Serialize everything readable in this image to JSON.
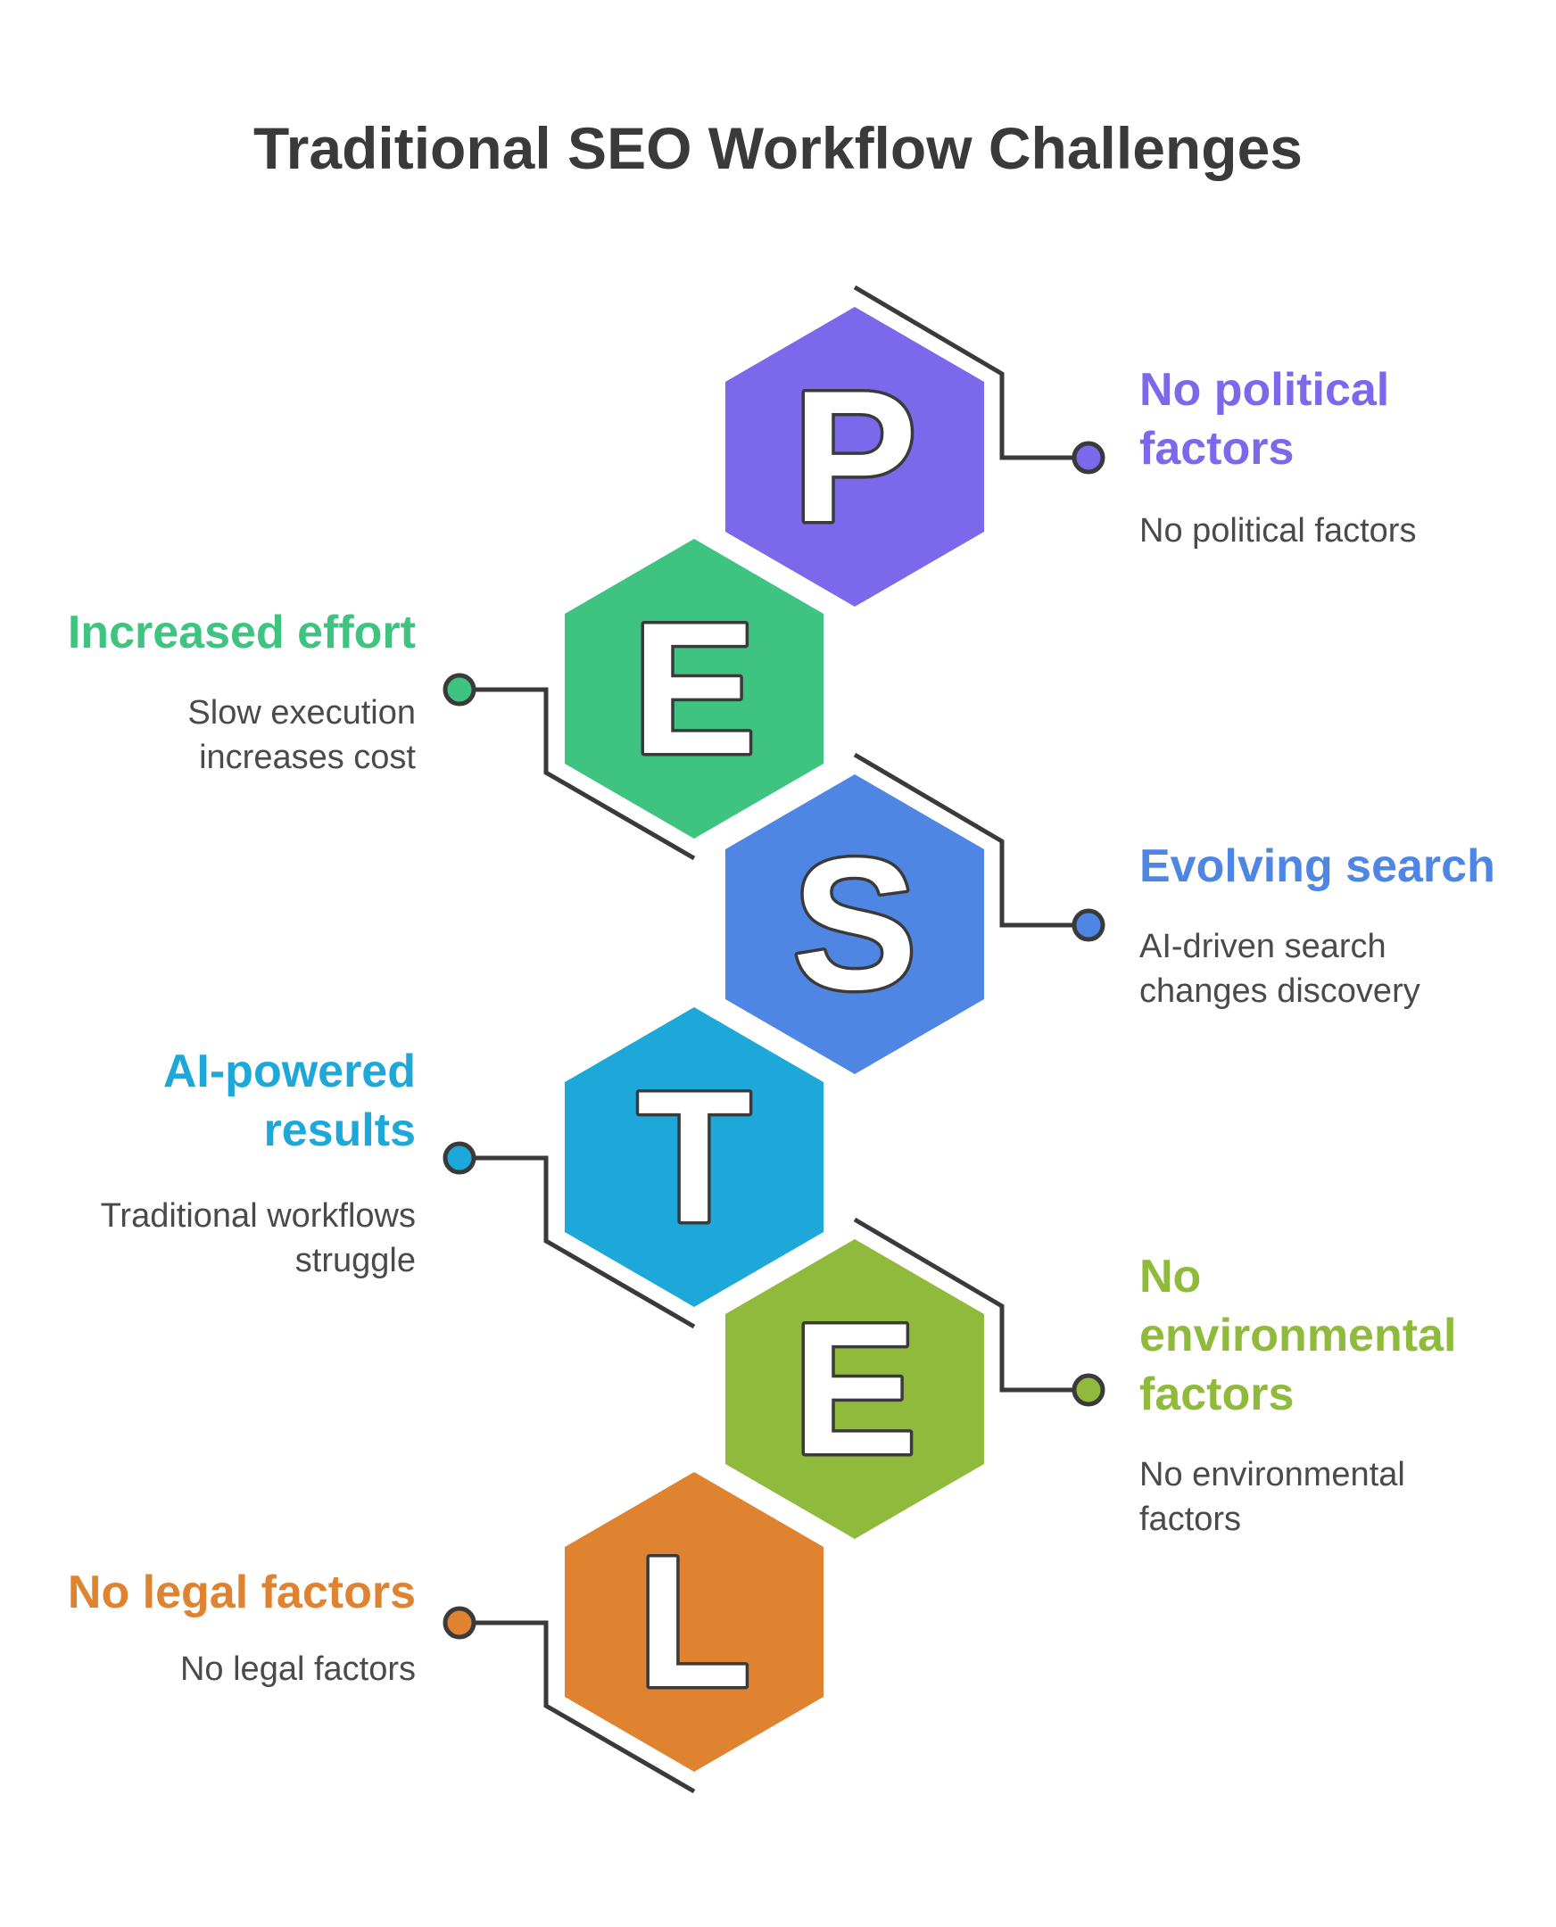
{
  "title": "Traditional SEO Workflow Challenges",
  "colors": {
    "line": "#3a3a3a",
    "letter_fill": "#ffffff",
    "letter_stroke": "#3a3a3a"
  },
  "factors": [
    {
      "letter": "P",
      "side": "right",
      "title": "No political factors",
      "description": "No political factors",
      "color": "#7b68ea"
    },
    {
      "letter": "E",
      "side": "left",
      "title": "Increased effort",
      "description": "Slow execution increases cost",
      "color": "#3fc380"
    },
    {
      "letter": "S",
      "side": "right",
      "title": "Evolving search",
      "description": "AI-driven search changes discovery",
      "color": "#4f86e3"
    },
    {
      "letter": "T",
      "side": "left",
      "title": "AI-powered results",
      "description": "Traditional workflows struggle",
      "color": "#1ea8da"
    },
    {
      "letter": "E",
      "side": "right",
      "title": "No environmental factors",
      "description": "No environmental factors",
      "color": "#8fba3c"
    },
    {
      "letter": "L",
      "side": "left",
      "title": "No legal factors",
      "description": "No legal factors",
      "color": "#df8330"
    }
  ]
}
